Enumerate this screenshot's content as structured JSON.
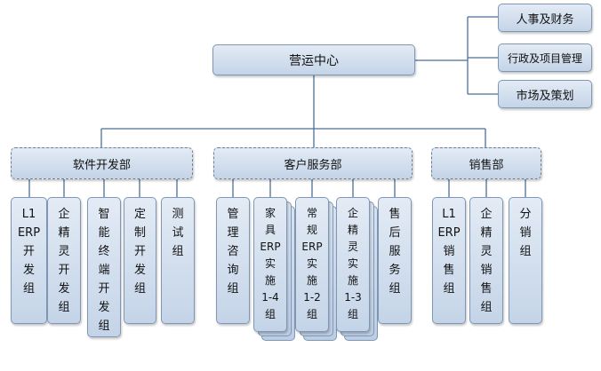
{
  "center": {
    "label": "营运中心"
  },
  "right_units": [
    {
      "label": "人事及财务"
    },
    {
      "label": "行政及项目管理"
    },
    {
      "label": "市场及策划"
    }
  ],
  "departments": [
    {
      "label": "软件开发部",
      "teams": [
        {
          "label": "L1\nERP\n开\n发\n组"
        },
        {
          "label": "企\n精\n灵\n开\n发\n组"
        },
        {
          "label": "智\n能\n终\n端\n开\n发\n组"
        },
        {
          "label": "定\n制\n开\n发\n组"
        },
        {
          "label": "测\n试\n组"
        }
      ]
    },
    {
      "label": "客户服务部",
      "teams": [
        {
          "label": "管\n理\n咨\n询\n组"
        },
        {
          "label": "家\n具\nERP\n实\n施\n1-4\n组"
        },
        {
          "label": "常\n规\nERP\n实\n施\n1-2\n组"
        },
        {
          "label": "企\n精\n灵\n实\n施\n1-3\n组"
        },
        {
          "label": "售\n后\n服\n务\n组"
        }
      ]
    },
    {
      "label": "销售部",
      "teams": [
        {
          "label": "L1\nERP\n销\n售\n组"
        },
        {
          "label": "企\n精\n灵\n销\n售\n组"
        },
        {
          "label": "分\n销\n组"
        }
      ]
    }
  ]
}
